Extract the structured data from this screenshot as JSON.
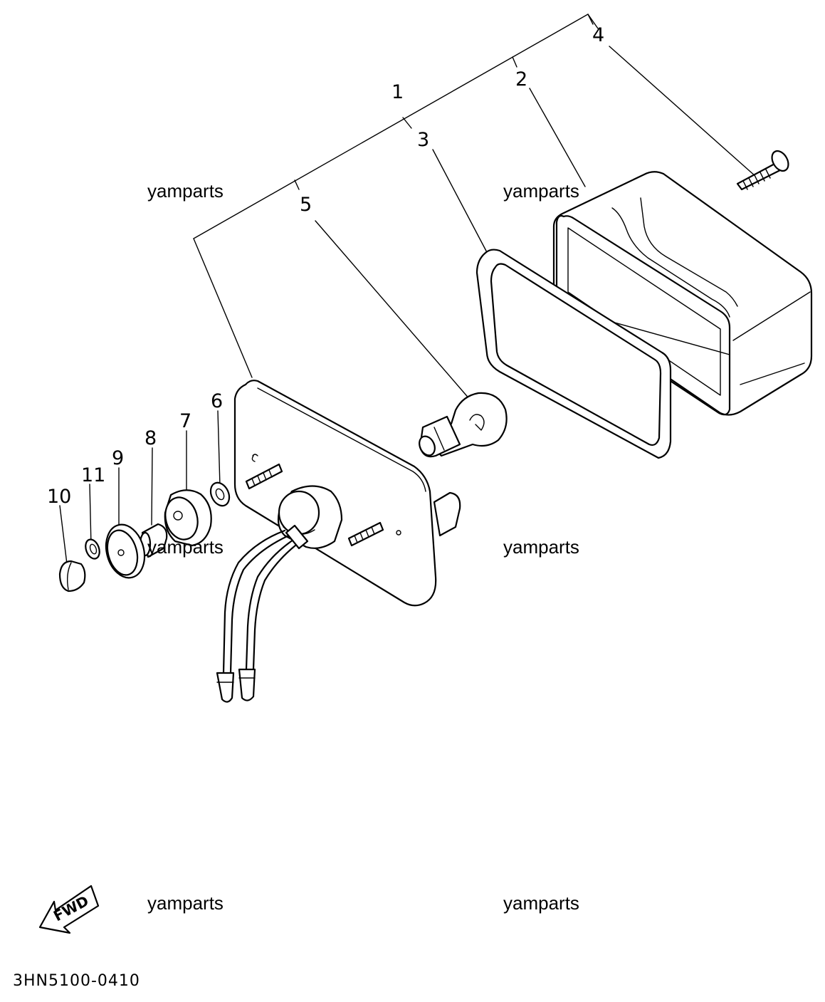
{
  "callouts": [
    "1",
    "2",
    "3",
    "4",
    "5",
    "6",
    "7",
    "8",
    "9",
    "10",
    "11"
  ],
  "watermarks": [
    "yamparts",
    "yamparts",
    "yamparts",
    "yamparts",
    "yamparts",
    "yamparts"
  ],
  "fwd_label": "FWD",
  "diagram_code": "3HN5100-0410",
  "icons": {
    "forward_arrow": "fwd-arrow-icon"
  }
}
